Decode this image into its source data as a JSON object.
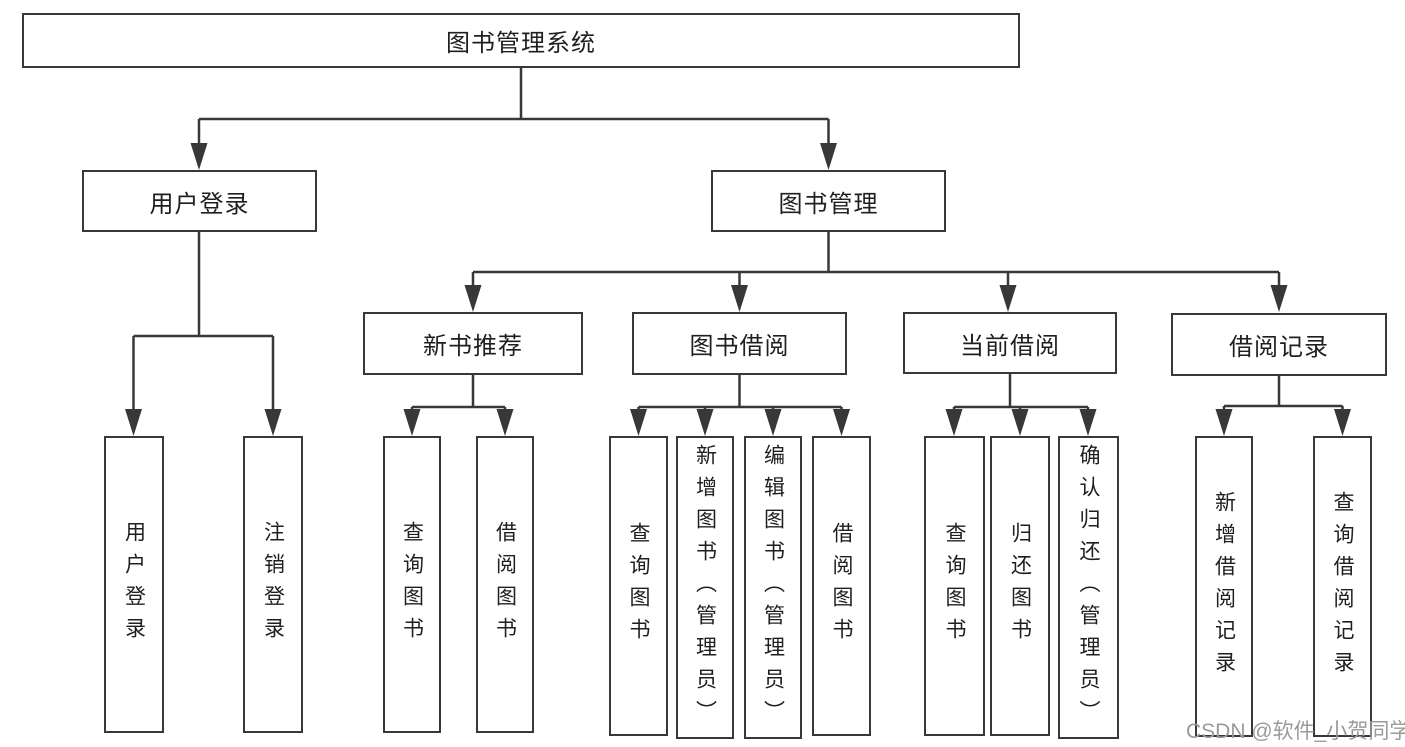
{
  "colors": {
    "line": "#383838",
    "box_border": "#383838",
    "text": "#1f1f1f",
    "background": "#ffffff",
    "watermark_gray": "#9a9a9a"
  },
  "watermark": "CSDN @软件_小贺同学",
  "tree": {
    "root": {
      "label": "图书管理系统"
    },
    "branches": [
      {
        "label": "用户登录",
        "children": [
          {
            "label": "用户登录"
          },
          {
            "label": "注销登录"
          }
        ]
      },
      {
        "label": "图书管理",
        "children": [
          {
            "label": "新书推荐",
            "children": [
              {
                "label": "查询图书"
              },
              {
                "label": "借阅图书"
              }
            ]
          },
          {
            "label": "图书借阅",
            "children": [
              {
                "label": "查询图书"
              },
              {
                "label": "新增图书（管理员）"
              },
              {
                "label": "编辑图书（管理员）"
              },
              {
                "label": "借阅图书"
              }
            ]
          },
          {
            "label": "当前借阅",
            "children": [
              {
                "label": "查询图书"
              },
              {
                "label": "归还图书"
              },
              {
                "label": "确认归还（管理员）"
              }
            ]
          },
          {
            "label": "借阅记录",
            "children": [
              {
                "label": "新增借阅记录"
              },
              {
                "label": "查询借阅记录"
              }
            ]
          }
        ]
      }
    ]
  }
}
